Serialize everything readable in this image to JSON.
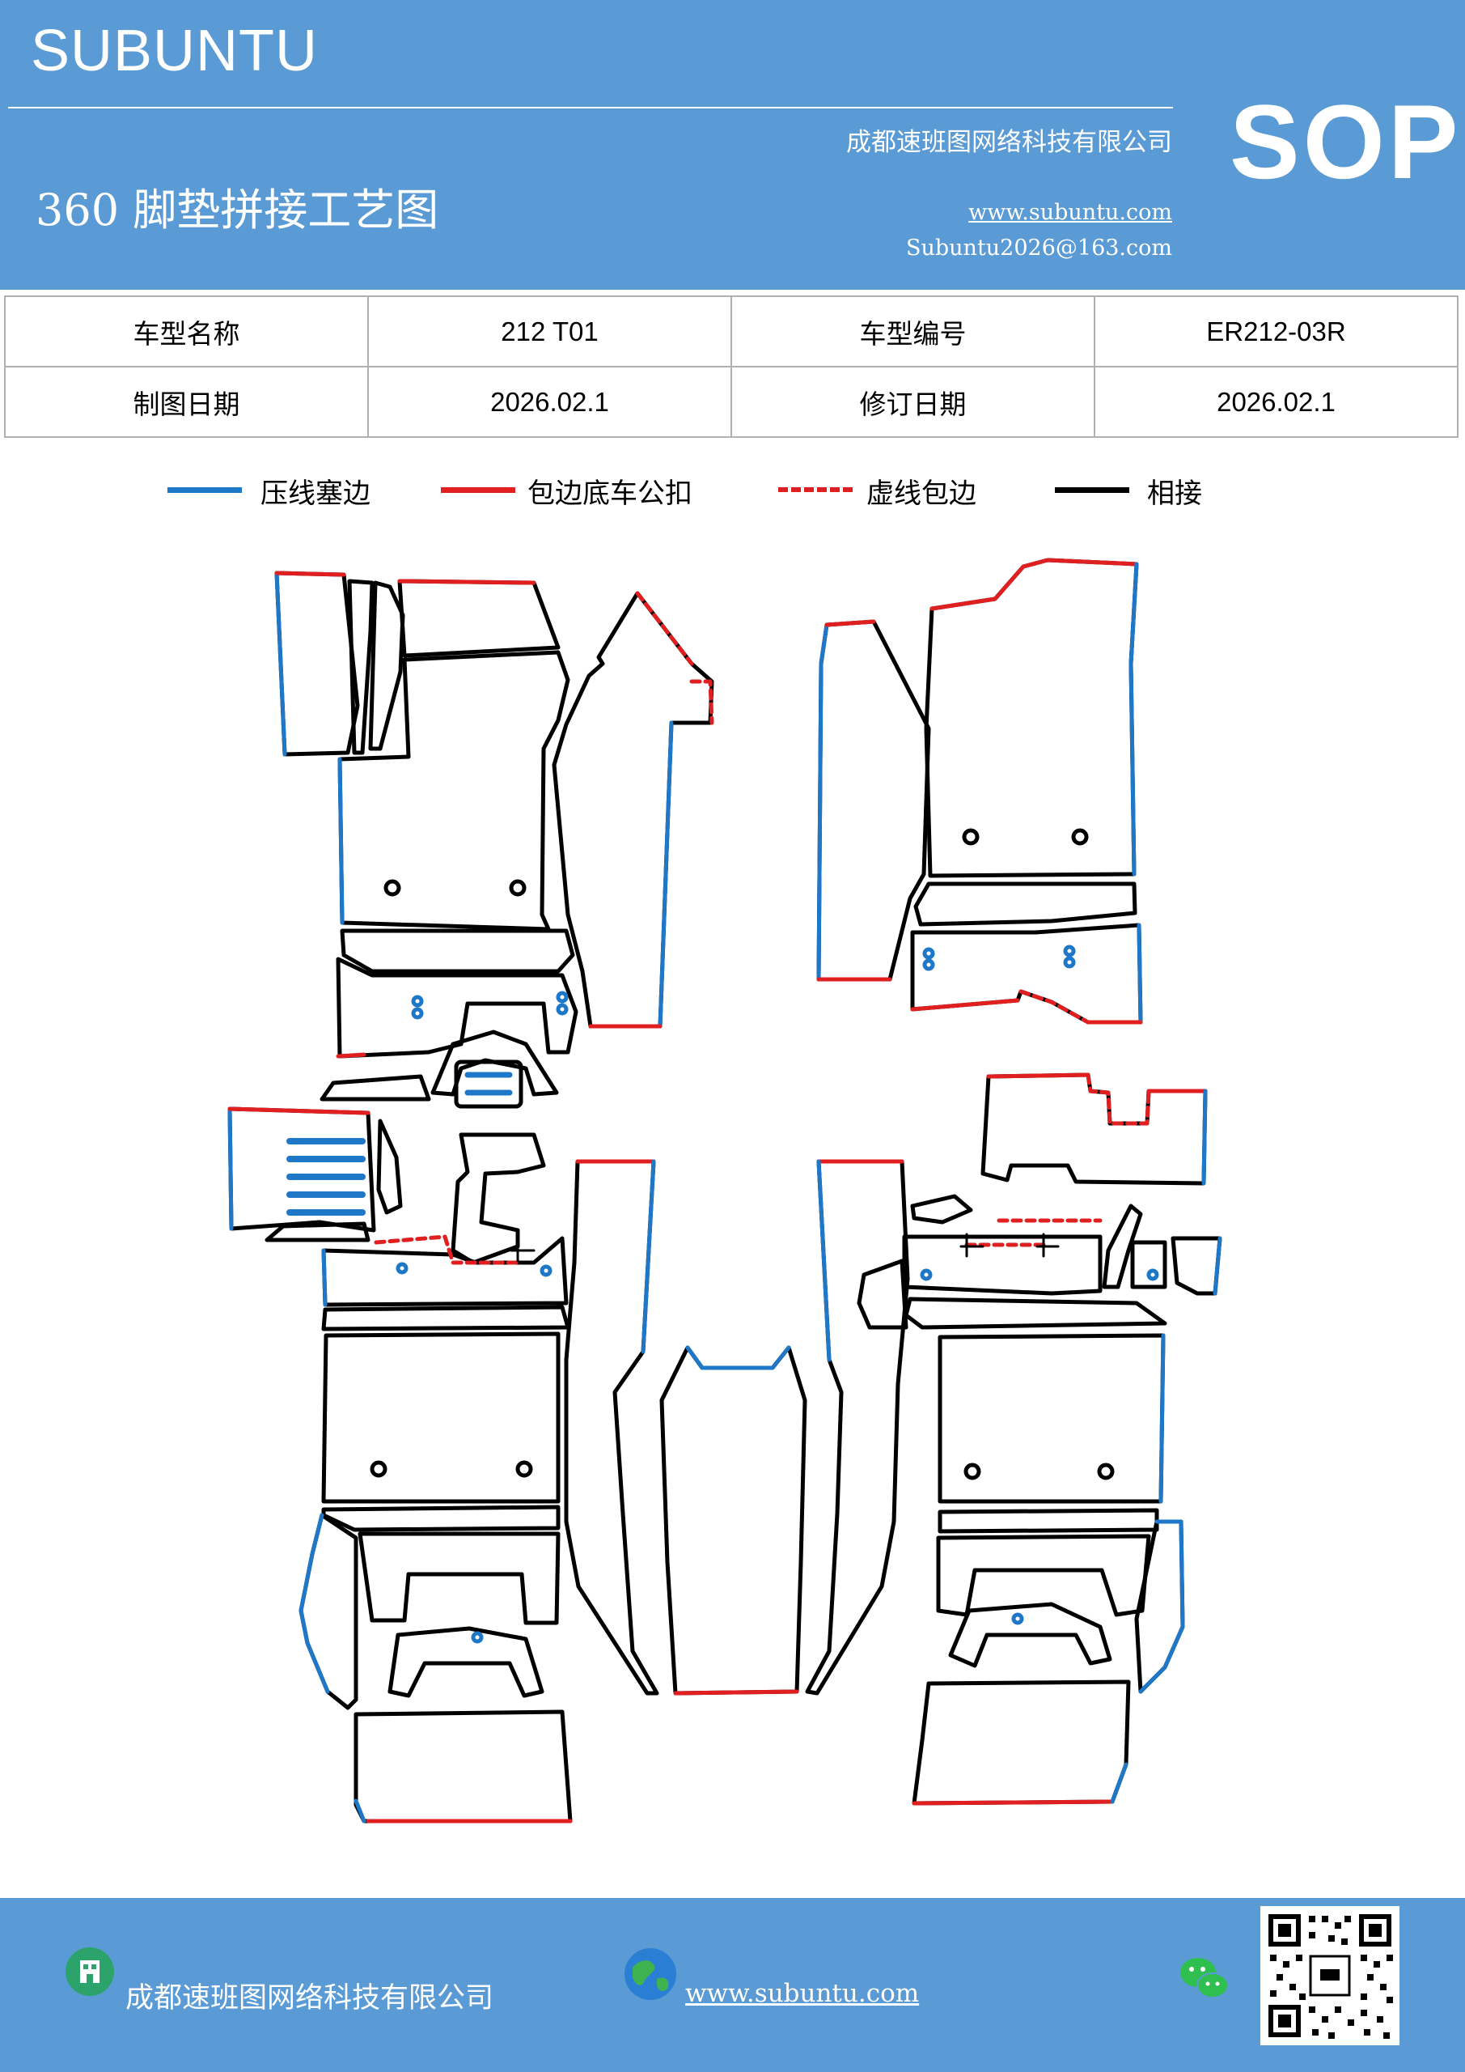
{
  "header": {
    "brand": "SUBUNTU",
    "company": "成都速班图网络科技有限公司",
    "title": "360 脚垫拼接工艺图",
    "website": "www.subuntu.com",
    "email": "Subuntu2026@163.com",
    "badge": "SOP"
  },
  "info_table": {
    "rows": [
      [
        {
          "label": "车型名称"
        },
        {
          "value": "212  T01"
        },
        {
          "label": "车型编号"
        },
        {
          "value": "ER212-03R"
        }
      ],
      [
        {
          "label": "制图日期"
        },
        {
          "value": "2026.02.1"
        },
        {
          "label": "修订日期"
        },
        {
          "value": "2026.02.1"
        }
      ]
    ]
  },
  "legend": [
    {
      "label": "压线塞边",
      "color": "#1f77c8",
      "style": "solid"
    },
    {
      "label": "包边底车公扣",
      "color": "#e02020",
      "style": "solid"
    },
    {
      "label": "虚线包边",
      "color": "#e02020",
      "style": "dashed"
    },
    {
      "label": "相接",
      "color": "#000000",
      "style": "solid"
    }
  ],
  "colors": {
    "header_bg": "#5b9bd5",
    "press_line": "#1f77c8",
    "binding": "#e02020",
    "joint": "#000000"
  },
  "footer": {
    "company": "成都速班图网络科技有限公司",
    "website": "www.subuntu.com",
    "icons": [
      "building-icon",
      "globe-icon",
      "wechat-icon",
      "qr-code"
    ]
  }
}
